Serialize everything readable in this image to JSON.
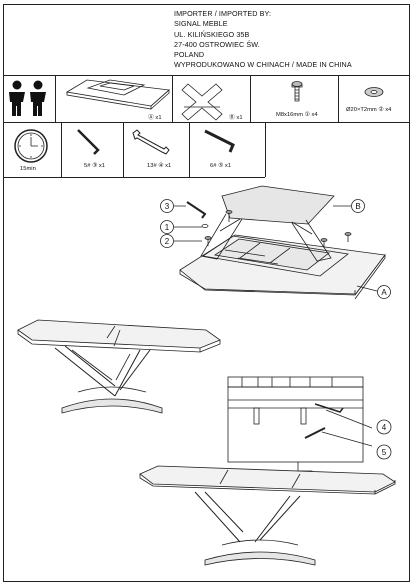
{
  "importer": {
    "lines": [
      "IMPORTER / IMPORTED BY:",
      "SIGNAL MEBLE",
      "UL. KILIŃSKIEGO 35B",
      "27-400 OSTROWIEC ŚW.",
      "POLAND",
      "WYPRODUKOWANO W CHINACH / MADE IN CHINA"
    ]
  },
  "parts": {
    "a": {
      "marker": "A",
      "qty": "x1"
    },
    "b": {
      "marker": "B",
      "qty": "x1"
    },
    "screw": {
      "spec": "M8x16mm",
      "marker": "1",
      "qty": "x4"
    },
    "washer": {
      "spec": "Ø20×T2mm",
      "marker": "2",
      "qty": "x4"
    }
  },
  "tools": {
    "time": "15min",
    "hex5": {
      "size": "5#",
      "marker": "3",
      "qty": "x1"
    },
    "wrench": {
      "size": "13#",
      "marker": "4",
      "qty": "x1"
    },
    "hex6": {
      "size": "6#",
      "marker": "5",
      "qty": "x1"
    }
  },
  "callouts": [
    "3",
    "1",
    "2",
    "B",
    "A",
    "4",
    "5"
  ],
  "icons": [
    "two-persons-icon",
    "table-top-icon",
    "base-frame-icon",
    "screw-icon",
    "washer-icon",
    "clock-icon",
    "hex-key-icon",
    "wrench-icon"
  ]
}
